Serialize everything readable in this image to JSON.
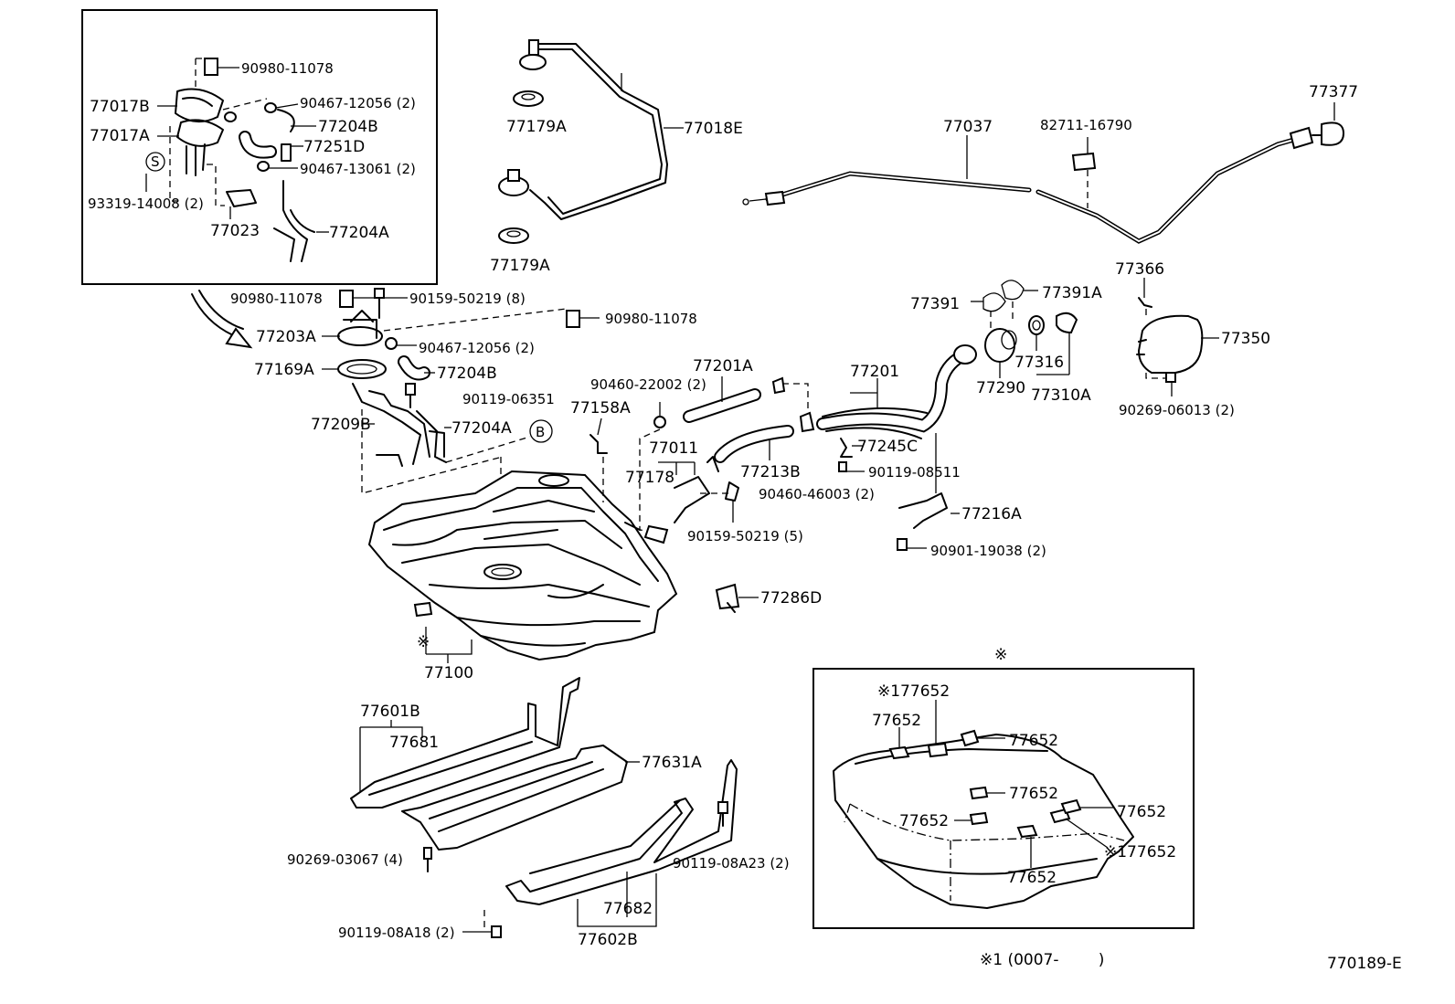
{
  "labels": {
    "p90980_11078_a": "90980-11078",
    "p77017b": "77017B",
    "p90467_12056_a": "90467-12056 (2)",
    "p77204b_a": "77204B",
    "p77017a": "77017A",
    "p77251d": "77251D",
    "p90467_13061": "90467-13061 (2)",
    "s_mark": "S",
    "p93319_14008": "93319-14008 (2)",
    "p77023": "77023",
    "p77204a_a": "77204A",
    "p77179a_a": "77179A",
    "p77018e": "77018E",
    "p77179a_b": "77179A",
    "p77037": "77037",
    "p82711_16790": "82711-16790",
    "p77377": "77377",
    "p90980_11078_b": "90980-11078",
    "p90159_50219_8": "90159-50219 (8)",
    "p90980_11078_c": "90980-11078",
    "p77203a": "77203A",
    "p90467_12056_b": "90467-12056 (2)",
    "p77169a": "77169A",
    "p77204b_b": "77204B",
    "p90119_06351": "90119-06351",
    "p77209b": "77209B",
    "p77204a_b": "77204A",
    "b_mark": "B",
    "p90460_22002": "90460-22002 (2)",
    "p77201a": "77201A",
    "p77158a": "77158A",
    "p77011": "77011",
    "p77178": "77178",
    "p77213b": "77213B",
    "p90460_46003": "90460-46003 (2)",
    "p90159_50219_5": "90159-50219 (5)",
    "p77201": "77201",
    "p77245c": "77245C",
    "p90119_08511": "90119-08511",
    "p77216a": "77216A",
    "p90901_19038": "90901-19038 (2)",
    "p77286d": "77286D",
    "p77391": "77391",
    "p77391a": "77391A",
    "p77290": "77290",
    "p77316": "77316",
    "p77310a": "77310A",
    "p77366": "77366",
    "p77350": "77350",
    "p90269_06013": "90269-06013 (2)",
    "kome_a": "※",
    "p77100": "77100",
    "p77601b": "77601B",
    "p77681": "77681",
    "p77631a": "77631A",
    "p90269_03067": "90269-03067 (4)",
    "p90119_08a23": "90119-08A23 (2)",
    "p77682": "77682",
    "p77602b": "77602B",
    "p90119_08a18": "90119-08A18 (2)",
    "kome_b": "※",
    "i_177652_a": "※177652",
    "i_77652_a": "77652",
    "i_77652_b": "77652",
    "i_77652_c": "77652",
    "i_77652_d": "77652",
    "i_77652_e": "77652",
    "i_77652_f": "77652",
    "i_177652_b": "※177652",
    "footnote": "※1 (0007-        )",
    "diagram_code": "770189-E"
  },
  "icons": {
    "arrow": "curved-arrow-icon",
    "circle_s": "circle-s-icon",
    "circle_b": "circle-b-icon"
  }
}
